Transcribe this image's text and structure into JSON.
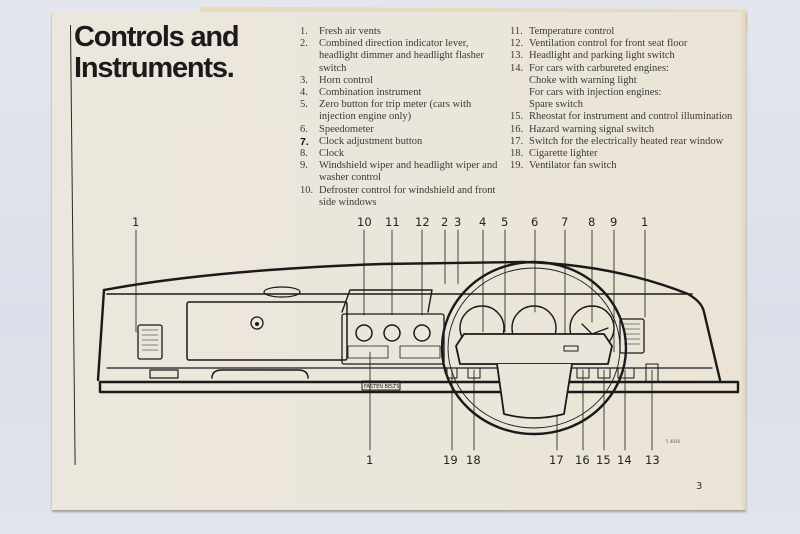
{
  "document": {
    "title_line1": "Controls and",
    "title_line2": "Instruments.",
    "page_number": "3",
    "figure_ref": "5 4030"
  },
  "legend_left": [
    {
      "num": "1.",
      "text": "Fresh air vents"
    },
    {
      "num": "2.",
      "text": "Combined direction indicator lever, headlight dimmer and headlight flasher switch"
    },
    {
      "num": "3.",
      "text": "Horn control"
    },
    {
      "num": "4.",
      "text": "Combination instrument"
    },
    {
      "num": "5.",
      "text": "Zero button for trip meter (cars with injection engine only)"
    },
    {
      "num": "6.",
      "text": "Speedometer"
    },
    {
      "num": "7.",
      "text": "Clock adjustment button"
    },
    {
      "num": "8.",
      "text": "Clock"
    },
    {
      "num": "9.",
      "text": "Windshield wiper and headlight wiper and washer control"
    },
    {
      "num": "10.",
      "text": "Defroster control for windshield and front side windows"
    }
  ],
  "legend_right": [
    {
      "num": "11.",
      "text": "Temperature control"
    },
    {
      "num": "12.",
      "text": "Ventilation control for front seat floor"
    },
    {
      "num": "13.",
      "text": "Headlight and parking light switch"
    },
    {
      "num": "14.",
      "text": "For cars with carbureted engines:",
      "sub": [
        "Choke with warning light",
        "For cars with injection engines:",
        "Spare switch"
      ]
    },
    {
      "num": "15.",
      "text": "Rheostat for instrument and control illumination"
    },
    {
      "num": "16.",
      "text": "Hazard warning signal switch"
    },
    {
      "num": "17.",
      "text": "Switch for the electrically heated rear window"
    },
    {
      "num": "18.",
      "text": "Cigarette lighter"
    },
    {
      "num": "19.",
      "text": "Ventilator fan switch"
    }
  ],
  "diagram": {
    "top_callouts": [
      "1",
      "10",
      "11",
      "12",
      "2",
      "3",
      "4",
      "5",
      "6",
      "7",
      "8",
      "9",
      "1"
    ],
    "bottom_callouts": [
      "1",
      "19",
      "18",
      "17",
      "16",
      "15",
      "14",
      "13"
    ],
    "placard_text": "FASTEN BELTS"
  }
}
